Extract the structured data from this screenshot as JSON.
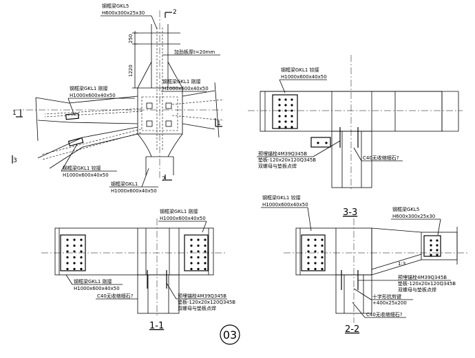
{
  "sheet_number": "03",
  "plan": {
    "cut_marks": [
      "1",
      "1",
      "2",
      "2",
      "3"
    ],
    "beam_top": {
      "name": "钢框梁GKL5",
      "spec": "H600x300x25x30"
    },
    "beam_right": {
      "name": "钢框梁GKL1  刚接",
      "spec": "H1000x600x40x50"
    },
    "beam_left_top": {
      "name": "钢框梁GKL1  刚接",
      "spec": "H1000x600x40x50"
    },
    "beam_left_bottom": {
      "name": "钢框梁GKL1  铰接",
      "spec": "H1000x600x40x50"
    },
    "beam_bottom": {
      "name": "钢框梁GKL1",
      "spec": "H1000x600x40x50"
    },
    "stiffener_note": "加劲板厚t=20mm",
    "dim_250": "250",
    "dim_1220": "1220"
  },
  "section_3_3": {
    "title": "3-3",
    "beam_label": {
      "name": "钢框梁GKL1  铰接",
      "spec": "H1000x600x40x50"
    },
    "anchor_note": [
      "预埋锚栓4M39Q345B",
      "垫板-120x20x120Q345B",
      "双螺母与垫板点焊"
    ],
    "concrete_note": "C40无收缩细石?"
  },
  "section_1_1": {
    "title": "1-1",
    "beam_top_label": {
      "name": "钢框梁GKL1  刚接",
      "spec": "H1000x600x40x50"
    },
    "beam_bottom_label": {
      "name": "钢框梁GKL1  刚接",
      "spec": "H1000x600x40x50"
    },
    "anchor_note": [
      "预埋锚栓4M39Q345B",
      "垫板-120x20x120Q345B",
      "双螺母与垫板点焊"
    ],
    "concrete_note": "C40无收缩细石?"
  },
  "section_2_2": {
    "title": "2-2",
    "beam_left_label": {
      "name": "钢框梁GKL1  铰接",
      "spec": "H1000x600x40x50"
    },
    "beam_right_label": {
      "name": "钢框梁GKL5",
      "spec": "H600x300x25x30"
    },
    "slope": "1:3",
    "anchor_note": [
      "预埋锚栓4M39Q345B",
      "垫板-120x20x120Q345B",
      "双螺母与垫板点焊"
    ],
    "shear_key": [
      "十字形抗剪键",
      "+400x25x200"
    ],
    "concrete_note": "C40无收缩细石?"
  }
}
